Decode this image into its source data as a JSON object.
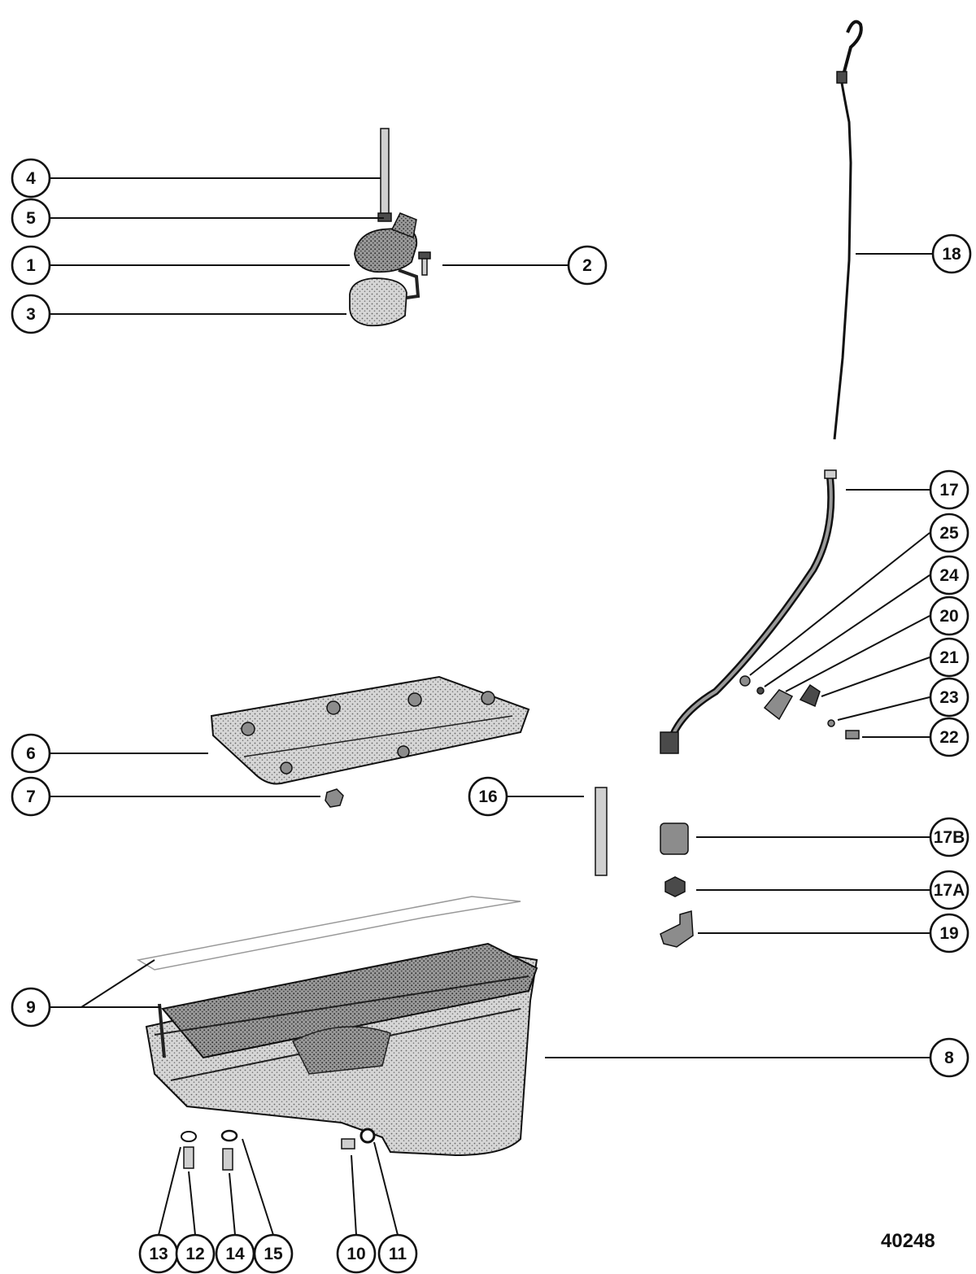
{
  "figure_number": "40248",
  "callouts": [
    {
      "id": "c4",
      "label": "4"
    },
    {
      "id": "c5",
      "label": "5"
    },
    {
      "id": "c1",
      "label": "1"
    },
    {
      "id": "c3",
      "label": "3"
    },
    {
      "id": "c2",
      "label": "2"
    },
    {
      "id": "c18",
      "label": "18"
    },
    {
      "id": "c17",
      "label": "17"
    },
    {
      "id": "c25",
      "label": "25"
    },
    {
      "id": "c24",
      "label": "24"
    },
    {
      "id": "c20",
      "label": "20"
    },
    {
      "id": "c21",
      "label": "21"
    },
    {
      "id": "c23",
      "label": "23"
    },
    {
      "id": "c22",
      "label": "22"
    },
    {
      "id": "c6",
      "label": "6"
    },
    {
      "id": "c7",
      "label": "7"
    },
    {
      "id": "c16",
      "label": "16"
    },
    {
      "id": "c17B",
      "label": "17B"
    },
    {
      "id": "c17A",
      "label": "17A"
    },
    {
      "id": "c19",
      "label": "19"
    },
    {
      "id": "c9",
      "label": "9"
    },
    {
      "id": "c8",
      "label": "8"
    },
    {
      "id": "c13",
      "label": "13"
    },
    {
      "id": "c12",
      "label": "12"
    },
    {
      "id": "c14",
      "label": "14"
    },
    {
      "id": "c15",
      "label": "15"
    },
    {
      "id": "c10",
      "label": "10"
    },
    {
      "id": "c11",
      "label": "11"
    }
  ]
}
